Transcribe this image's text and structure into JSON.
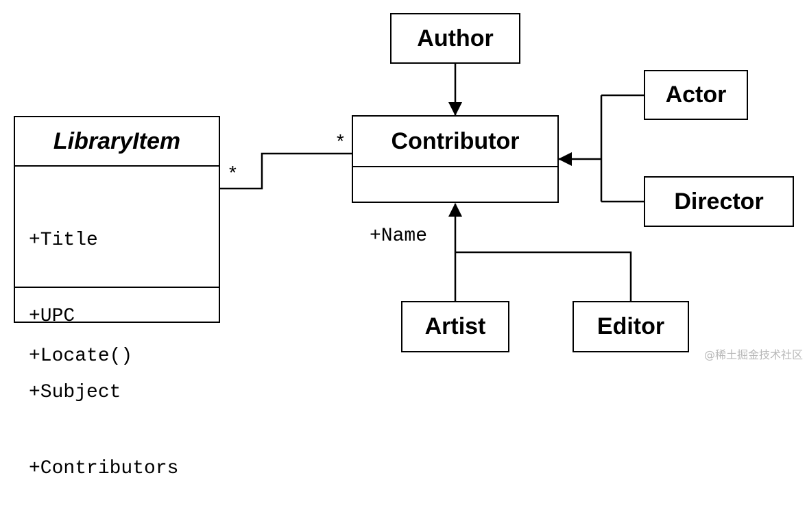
{
  "library_item": {
    "name": "LibraryItem",
    "attributes": [
      "+Title",
      "+UPC",
      "+Subject",
      "+Contributors"
    ],
    "operations": [
      "+Locate()"
    ]
  },
  "contributor": {
    "name": "Contributor",
    "attributes": [
      "+Name"
    ]
  },
  "subclasses": {
    "author": "Author",
    "actor": "Actor",
    "director": "Director",
    "artist": "Artist",
    "editor": "Editor"
  },
  "association": {
    "library_item_multiplicity": "*",
    "contributor_multiplicity": "*"
  },
  "watermark": "@稀土掘金技术社区"
}
